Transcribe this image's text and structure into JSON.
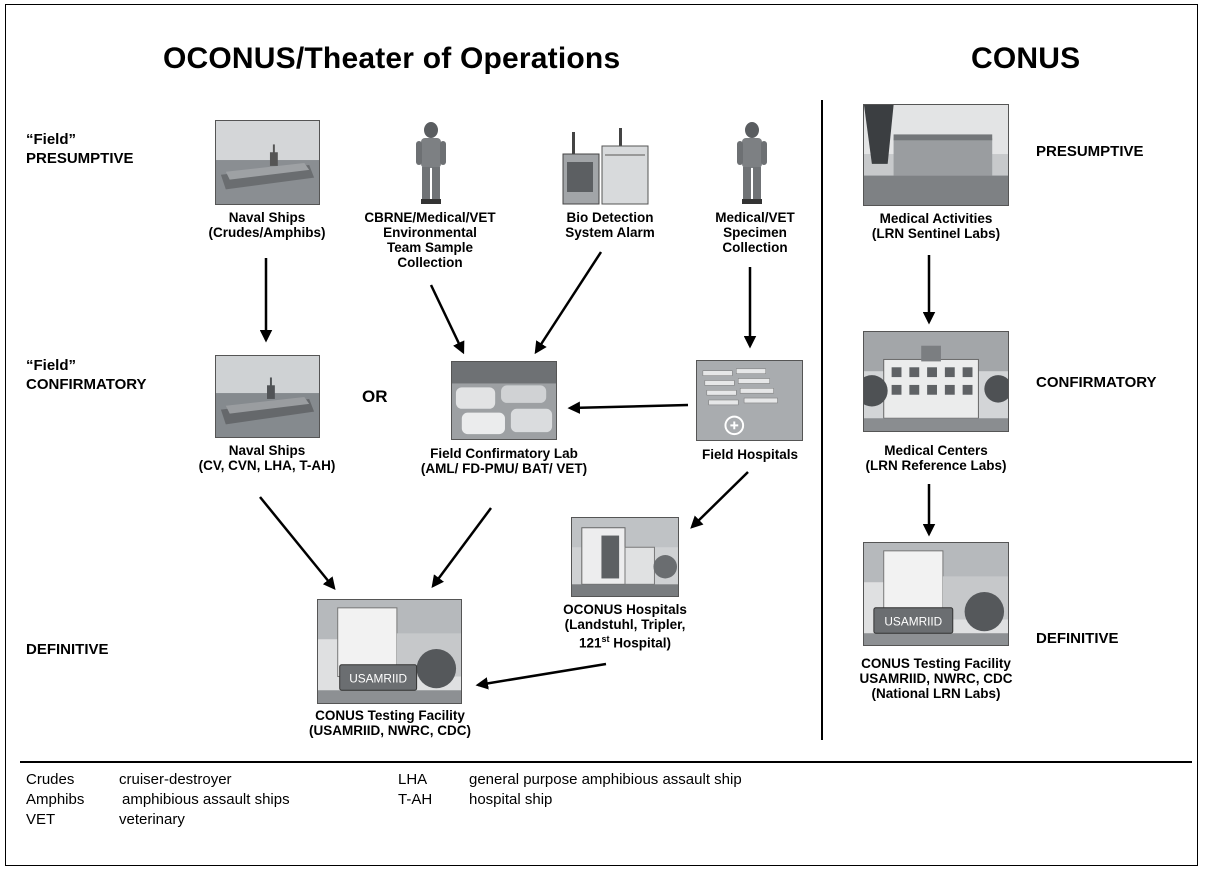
{
  "headings": {
    "oconus": "OCONUS/Theater of Operations",
    "conus": "CONUS"
  },
  "levels": {
    "field_quote": "“Field”",
    "presumptive": "PRESUMPTIVE",
    "field_quote2": "“Field”",
    "confirmatory": "CONFIRMATORY",
    "definitive": "DEFINITIVE",
    "conus_presumptive": "PRESUMPTIVE",
    "conus_confirmatory": "CONFIRMATORY",
    "conus_definitive": "DEFINITIVE"
  },
  "nodes": {
    "naval_ships_1": [
      "Naval Ships",
      "(Crudes/Amphibs)"
    ],
    "cbrne": [
      "CBRNE/Medical/VET",
      "Environmental",
      "Team Sample",
      "Collection"
    ],
    "bio_detection": [
      "Bio Detection",
      "System Alarm"
    ],
    "medvet_specimen": [
      "Medical/VET",
      "Specimen",
      "Collection"
    ],
    "naval_ships_2": [
      "Naval Ships",
      "(CV, CVN, LHA, T-AH)"
    ],
    "or_label": "OR",
    "field_conf_lab": [
      "Field Confirmatory Lab",
      "(AML/ FD-PMU/ BAT/ VET)"
    ],
    "field_hospitals": [
      "Field Hospitals"
    ],
    "oconus_hospitals": [
      "OCONUS Hospitals",
      "(Landstuhl, Tripler,"
    ],
    "oconus_hospitals_last": {
      "num": "121",
      "sup": "st",
      "rest": " Hospital)"
    },
    "conus_testing_1": [
      "CONUS Testing Facility",
      "(USAMRIID, NWRC, CDC)"
    ],
    "medical_activities": [
      "Medical Activities",
      "(LRN Sentinel Labs)"
    ],
    "medical_centers": [
      "Medical Centers",
      "(LRN Reference Labs)"
    ],
    "conus_testing_2": [
      "CONUS Testing Facility",
      "USAMRIID, NWRC, CDC",
      "(National LRN Labs)"
    ]
  },
  "photo_signs": {
    "usamriid_1": "USAMRIID",
    "usamriid_2": "USAMRIID"
  },
  "legend": [
    {
      "abbr": "Crudes",
      "def": "cruiser-destroyer"
    },
    {
      "abbr": "Amphibs",
      "def": "amphibious assault ships"
    },
    {
      "abbr": "VET",
      "def": "veterinary"
    },
    {
      "abbr": "LHA",
      "def": "general purpose amphibious assault ship"
    },
    {
      "abbr": "T-AH",
      "def": "hospital ship"
    }
  ]
}
